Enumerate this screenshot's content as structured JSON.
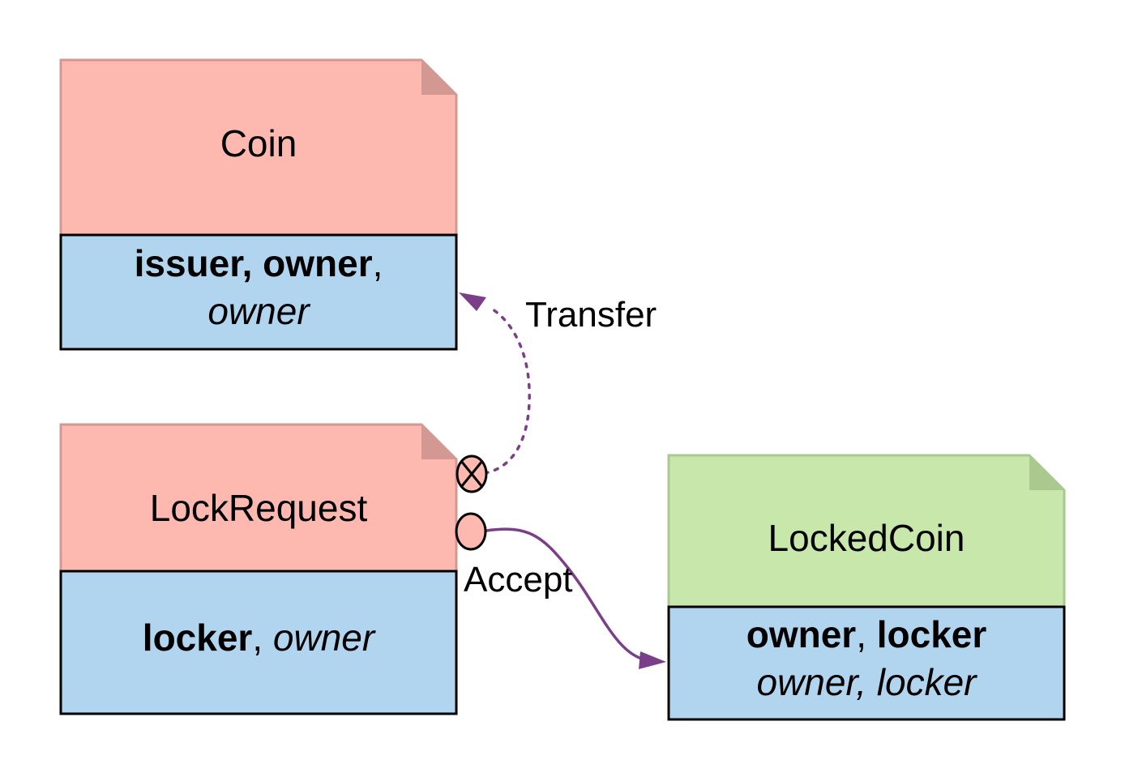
{
  "colors": {
    "contract_red_fill": "#fdb9b0",
    "contract_red_stroke": "#d49893",
    "contract_green_fill": "#c7e7ab",
    "contract_green_stroke": "#a9c98f",
    "fields_blue_fill": "#b2d5ef",
    "fields_stroke": "#000000",
    "arrow_purple": "#7b3f8a",
    "fold_red": "#d49893",
    "fold_green": "#a9c98f"
  },
  "nodes": {
    "coin": {
      "title": "Coin",
      "line1": {
        "bold": "issuer, owner",
        "plain": ","
      },
      "line2": {
        "italic": "owner"
      }
    },
    "lock_request": {
      "title": "LockRequest",
      "line1": {
        "bold": "locker",
        "plain": ", ",
        "italic": "owner"
      }
    },
    "locked_coin": {
      "title": "LockedCoin",
      "line1": {
        "bold1": "owner",
        "plain": ", ",
        "bold2": "locker"
      },
      "line2": {
        "italic": "owner, locker"
      }
    }
  },
  "edges": {
    "transfer": {
      "label": "Transfer",
      "style": "dotted"
    },
    "accept": {
      "label": "Accept",
      "style": "solid"
    }
  }
}
